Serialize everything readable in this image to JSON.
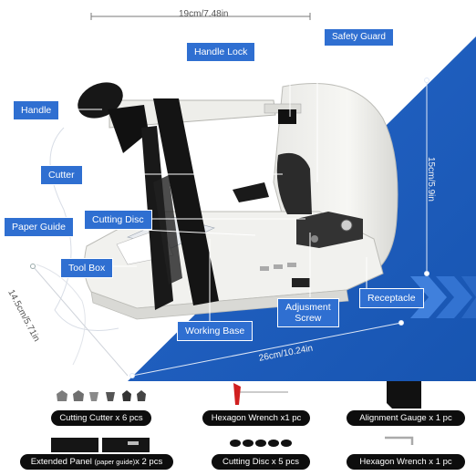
{
  "dimensions": {
    "width_top": "19cm/7.48in",
    "height_right": "15cm/5.9in",
    "depth_left": "14.5cm/5.71in",
    "width_bottom": "26cm/10.24in"
  },
  "labels": {
    "handle_lock": "Handle Lock",
    "safety_guard": "Safety Guard",
    "handle": "Handle",
    "cutter": "Cutter",
    "paper_guide": "Paper Guide",
    "cutting_disc": "Cutting Disc",
    "tool_box": "Tool Box",
    "adjustment_screw": "Adjusment\nScrew",
    "receptacle": "Receptacle",
    "working_base": "Working Base"
  },
  "accessories": {
    "cutting_cutter": "Cutting Cutter x 6 pcs",
    "hexagon_wrench_1": "Hexagon Wrench x1 pc",
    "alignment_gauge": "Alignment Gauge x 1 pc",
    "extended_panel": "Extended Panel",
    "extended_panel_note": "(paper guide)",
    "extended_panel_qty": "x 2 pcs",
    "cutting_disc": "Cutting Disc x 5 pcs",
    "hexagon_wrench_2": "Hexagon Wrench x 1 pc"
  },
  "colors": {
    "accent_blue": "#2f6fd1",
    "background_blue": "#1e5fc0",
    "label_text": "#ffffff",
    "pill_black": "#0d0d0d"
  }
}
